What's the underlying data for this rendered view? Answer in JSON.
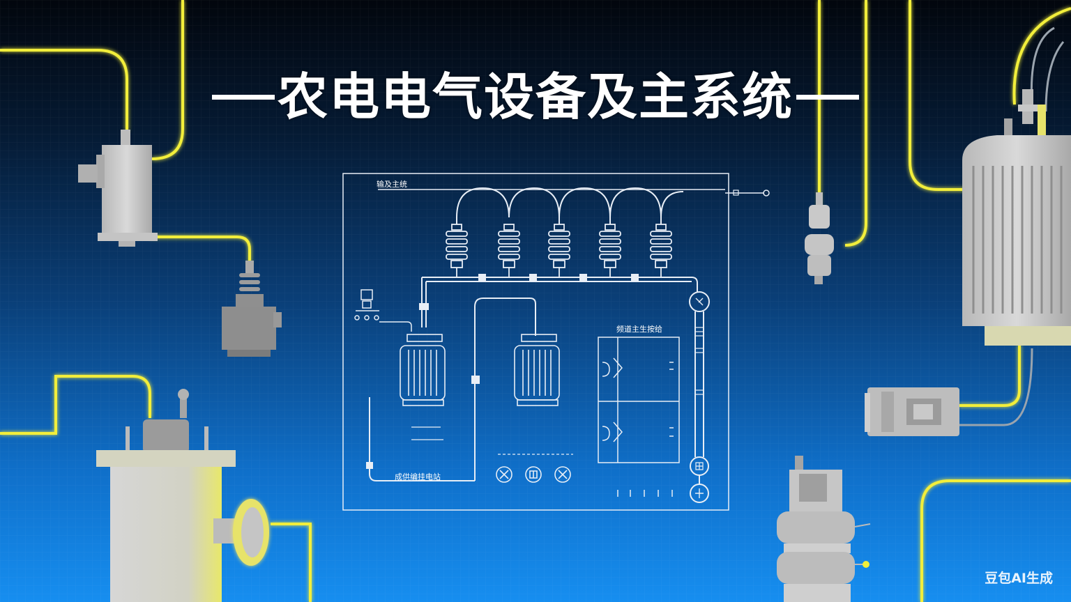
{
  "title": "农电电气设备及主系统",
  "watermark": "豆包AI生成",
  "diagram": {
    "top_label": "输及主统",
    "panel_label": "频道主生按给",
    "bottom_label": "成供编挂电站"
  },
  "colors": {
    "glow_wire": "#f2ee3a",
    "line": "#e8eef6",
    "equipment": "#c9c9c9"
  }
}
